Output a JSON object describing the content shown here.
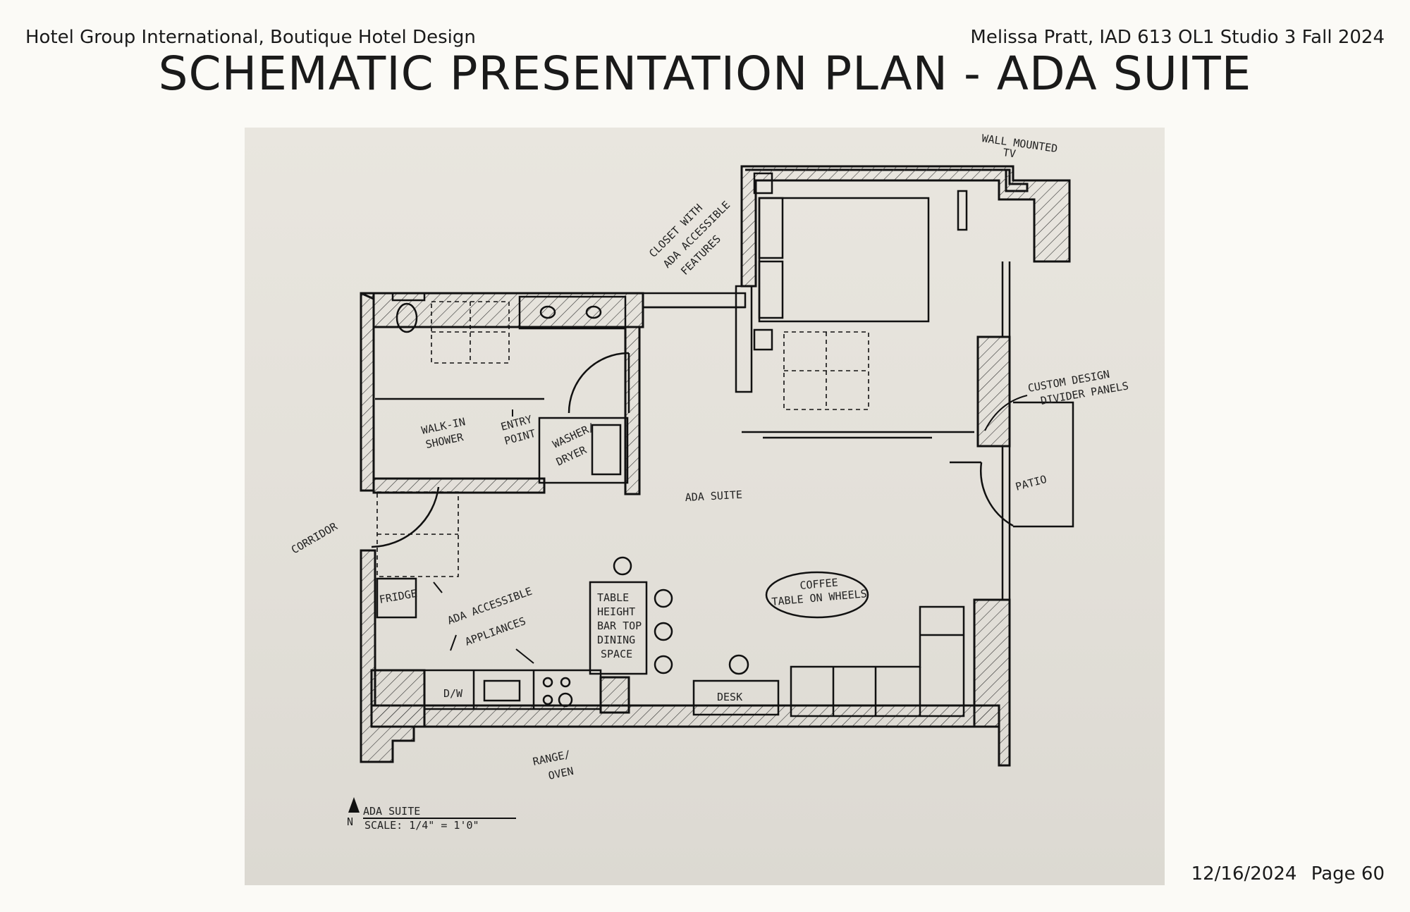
{
  "header": {
    "left": "Hotel Group International, Boutique Hotel Design",
    "right": "Melissa Pratt, IAD 613 OL1 Studio 3 Fall 2024"
  },
  "title": "SCHEMATIC PRESENTATION PLAN - ADA SUITE",
  "plan_labels": {
    "wall_mount_tv": "WALL MOUNTED",
    "tv": "TV",
    "closet_1": "CLOSET WITH",
    "closet_2": "ADA ACCESSIBLE",
    "closet_3": "FEATURES",
    "custom_1": "CUSTOM DESIGN",
    "custom_2": "DIVIDER PANELS",
    "walk_in_1": "WALK-IN",
    "walk_in_2": "SHOWER",
    "entry_1": "ENTRY",
    "entry_2": "POINT",
    "washer_1": "WASHER/",
    "washer_2": "DRYER",
    "ada_suite": "ADA SUITE",
    "patio": "PATIO",
    "corridor": "CORRIDOR",
    "fridge": "FRIDGE",
    "appliances_1": "ADA ACCESSIBLE",
    "appliances_2": "APPLIANCES",
    "table_1": "TABLE",
    "table_2": "HEIGHT",
    "table_3": "BAR TOP",
    "table_4": "DINING",
    "table_5": "SPACE",
    "coffee_1": "COFFEE",
    "coffee_2": "TABLE ON WHEELS",
    "dw": "D/W",
    "desk": "DESK",
    "range_1": "RANGE/",
    "range_2": "OVEN",
    "legend_title": "ADA SUITE",
    "north": "N",
    "scale": "SCALE: 1/4\" = 1'0\""
  },
  "footer": {
    "date": "12/16/2024",
    "page": "Page 60"
  }
}
